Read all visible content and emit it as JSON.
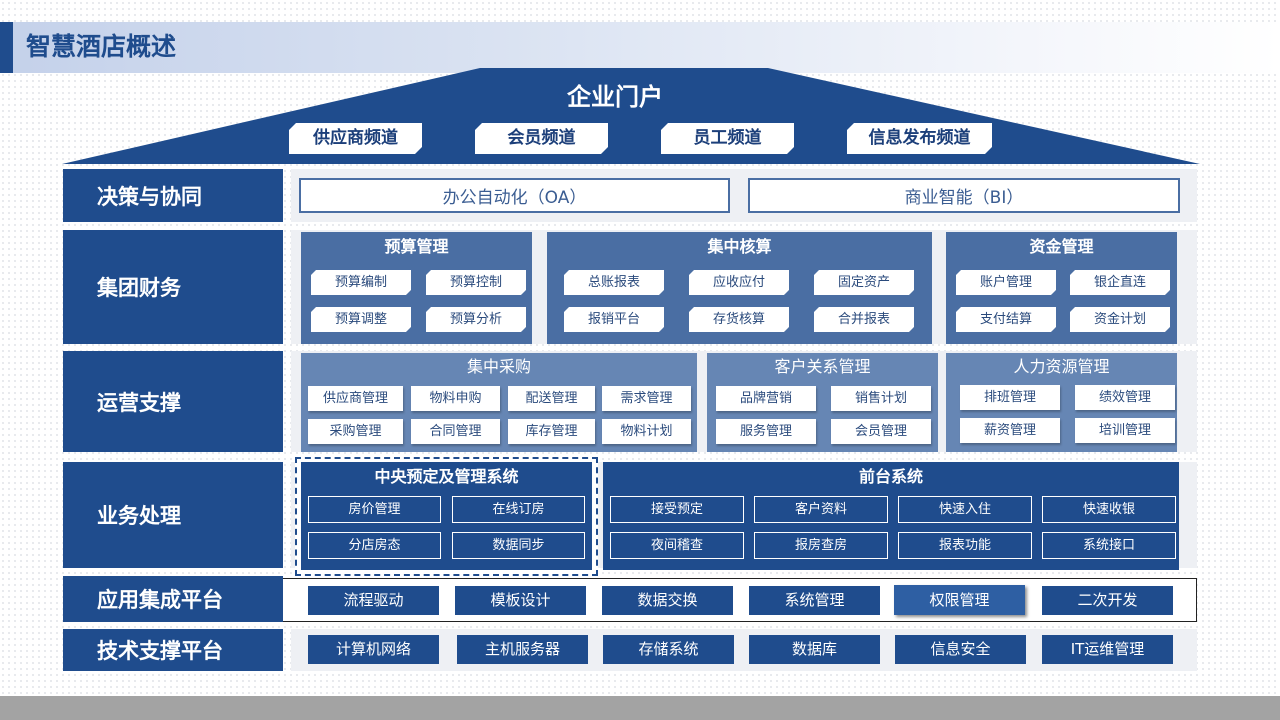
{
  "page": {
    "title": "智慧酒店概述"
  },
  "portal": {
    "title": "企业门户",
    "channels": [
      "供应商频道",
      "会员频道",
      "员工频道",
      "信息发布频道"
    ]
  },
  "rows": {
    "decision": {
      "label": "决策与协同",
      "items": [
        "办公自动化（OA）",
        "商业智能（BI）"
      ]
    },
    "finance": {
      "label": "集团财务",
      "groups": [
        {
          "title": "预算管理",
          "items": [
            "预算编制",
            "预算控制",
            "预算调整",
            "预算分析"
          ]
        },
        {
          "title": "集中核算",
          "items": [
            "总账报表",
            "应收应付",
            "固定资产",
            "报销平台",
            "存货核算",
            "合并报表"
          ]
        },
        {
          "title": "资金管理",
          "items": [
            "账户管理",
            "银企直连",
            "支付结算",
            "资金计划"
          ]
        }
      ]
    },
    "operation": {
      "label": "运营支撑",
      "groups": [
        {
          "title": "集中采购",
          "items": [
            "供应商管理",
            "物料申购",
            "配送管理",
            "需求管理",
            "采购管理",
            "合同管理",
            "库存管理",
            "物料计划"
          ]
        },
        {
          "title": "客户关系管理",
          "items": [
            "品牌营销",
            "销售计划",
            "服务管理",
            "会员管理"
          ]
        },
        {
          "title": "人力资源管理",
          "items": [
            "排班管理",
            "绩效管理",
            "薪资管理",
            "培训管理"
          ]
        }
      ]
    },
    "business": {
      "label": "业务处理",
      "groups": [
        {
          "title": "中央预定及管理系统",
          "items": [
            "房价管理",
            "在线订房",
            "分店房态",
            "数据同步"
          ]
        },
        {
          "title": "前台系统",
          "items": [
            "接受预定",
            "客户资料",
            "快速入住",
            "快速收银",
            "夜间稽查",
            "报房查房",
            "报表功能",
            "系统接口"
          ]
        }
      ]
    },
    "integration": {
      "label": "应用集成平台",
      "items": [
        "流程驱动",
        "模板设计",
        "数据交换",
        "系统管理",
        "权限管理",
        "二次开发"
      ],
      "selected": "权限管理"
    },
    "tech": {
      "label": "技术支撑平台",
      "items": [
        "计算机网络",
        "主机服务器",
        "存储系统",
        "数据库",
        "信息安全",
        "IT运维管理"
      ]
    }
  },
  "colors": {
    "primary": "#1f4c8d",
    "panel": "#4a6ea3",
    "panel_light": "#6686b4",
    "row_background": "#eef0f4",
    "bottom_bar": "#a3a3a3"
  }
}
